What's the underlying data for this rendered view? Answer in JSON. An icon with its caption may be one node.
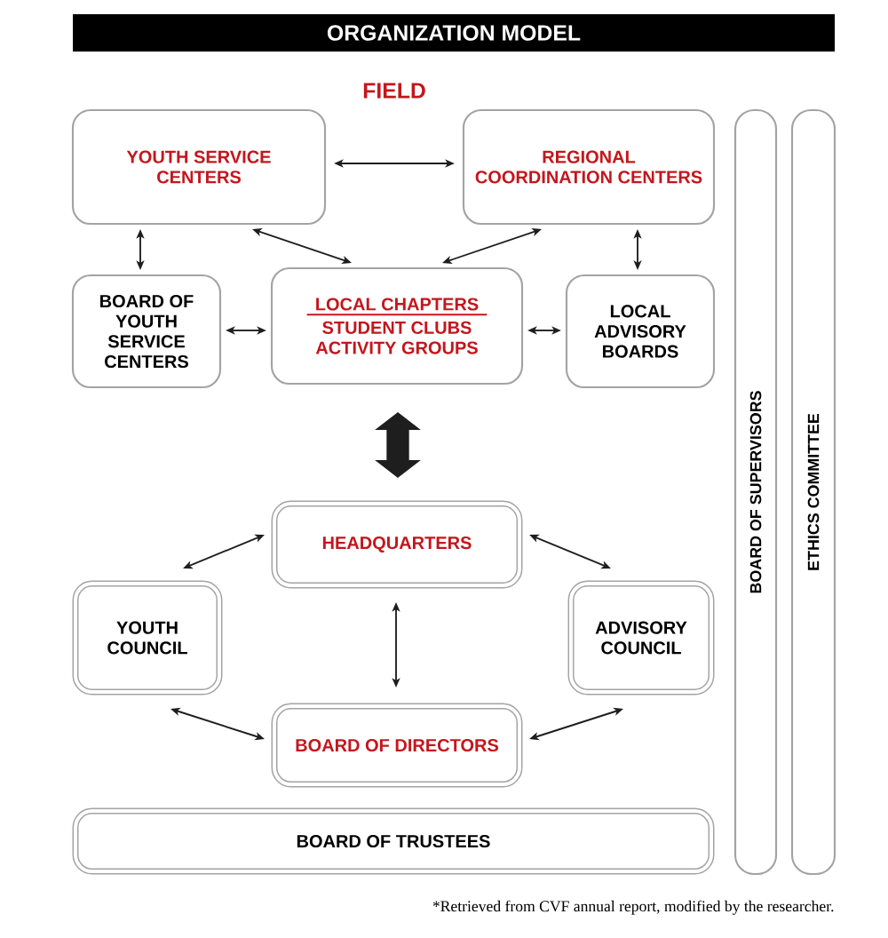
{
  "diagram": {
    "title": "ORGANIZATION MODEL",
    "caption": "*Retrieved from CVF annual report, modified by the researcher.",
    "nodes": [
      {
        "text": [
          "YOUTH SERVICE CENTERS"
        ]
      },
      {
        "text": [
          "REGIONAL COORDINATION CENTERS"
        ]
      },
      {
        "text": [
          "BOARD OF YOUTH SERVICE CENTERS"
        ]
      },
      {
        "text": [
          "LOCAL CHAPTERS",
          "STUDENT CLUBS",
          "ACTIVITY GROUPS"
        ]
      },
      {
        "text": [
          "LOCAL ADVISORY BOARDS"
        ]
      },
      {
        "text": [
          "HEADQUARTERS"
        ]
      },
      {
        "text": [
          "YOUTH COUNCIL"
        ]
      },
      {
        "text": [
          "ADVISORY COUNCIL"
        ]
      },
      {
        "text": [
          "BOARD OF DIRECTORS"
        ]
      },
      {
        "text": [
          "BOARD OF TRUSTEES"
        ]
      },
      {
        "text": [
          "BOARD OF SUPERVISORS"
        ]
      },
      {
        "text": [
          "ETHICS COMMITTEE"
        ]
      }
    ],
    "edges": [
      {
        "from": 0,
        "to": 1,
        "arrow": "both"
      },
      {
        "from": 0,
        "to": 2,
        "arrow": "both"
      },
      {
        "from": 0,
        "to": 3,
        "arrow": "both"
      },
      {
        "from": 1,
        "to": 3,
        "arrow": "both"
      },
      {
        "from": 1,
        "to": 4,
        "arrow": "both"
      },
      {
        "from": 2,
        "to": 3,
        "arrow": "both"
      },
      {
        "from": 3,
        "to": 4,
        "arrow": "both"
      },
      {
        "from": 3,
        "to": 5,
        "arrow": "both",
        "style": "thick"
      },
      {
        "from": 5,
        "to": 6,
        "arrow": "both"
      },
      {
        "from": 5,
        "to": 7,
        "arrow": "both"
      },
      {
        "from": 5,
        "to": 8,
        "arrow": "both"
      },
      {
        "from": 6,
        "to": 8,
        "arrow": "both"
      },
      {
        "from": 7,
        "to": 8,
        "arrow": "both"
      }
    ],
    "labels": [
      "FIELD"
    ]
  }
}
